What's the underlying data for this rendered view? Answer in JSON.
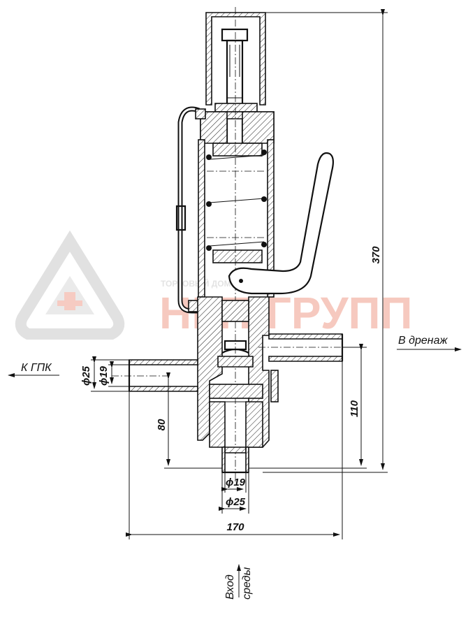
{
  "labels": {
    "k_gpk": "К ГПК",
    "v_drenazh": "В дренаж",
    "vkhod": "Вход",
    "sredy": "среды"
  },
  "dimensions": {
    "d25_left": "ϕ25",
    "d19_left": "ϕ19",
    "d19_bottom": "ϕ19",
    "d25_bottom": "ϕ25",
    "h80": "80",
    "h110": "110",
    "h370": "370",
    "w170": "170"
  },
  "watermark": {
    "brand": "НКП-ГРУПП",
    "small": "ТОРГОВЫЙ ДОМ",
    "color": "#f4b4a8",
    "logo_color": "#dcdcdc"
  }
}
